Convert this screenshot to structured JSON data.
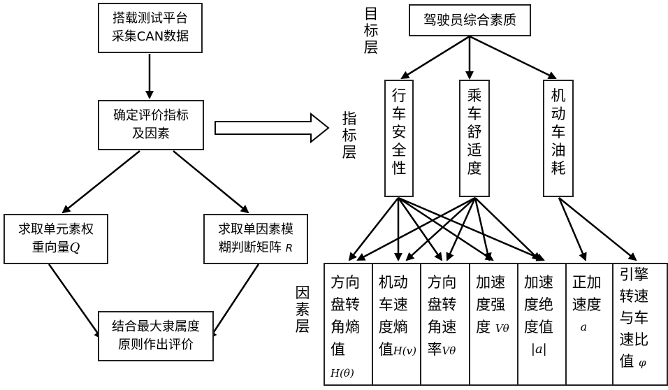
{
  "left_flow": {
    "collect": [
      "搭载测试平台",
      "采集CAN数据"
    ],
    "indicators": [
      "确定评价指标",
      "及因素"
    ],
    "weight": {
      "line1": "求取单元素权",
      "line2": "重向量",
      "symbol": "Q"
    },
    "fuzzy": {
      "line1": "求取单因素模",
      "line2": "糊判断矩阵",
      "symbol": "R"
    },
    "evaluate": [
      "结合最大隶属度",
      "原则作出评价"
    ]
  },
  "layers": {
    "goal": [
      "目",
      "标",
      "层"
    ],
    "index": [
      "指",
      "标",
      "层"
    ],
    "factor": [
      "因",
      "素",
      "层"
    ]
  },
  "goal_box": "驾驶员综合素质",
  "index_boxes": [
    [
      "行",
      "车",
      "安",
      "全",
      "性"
    ],
    [
      "乘",
      "车",
      "舒",
      "适",
      "度"
    ],
    [
      "机",
      "动",
      "车",
      "油",
      "耗"
    ]
  ],
  "factors": [
    {
      "lines": [
        "方向",
        "盘转",
        "角熵",
        "值"
      ],
      "symbol": "H(θ)"
    },
    {
      "lines": [
        "机动",
        "车速",
        "度熵",
        "值"
      ],
      "symbol": "H(v)"
    },
    {
      "lines": [
        "方向",
        "盘转",
        "角速",
        "率"
      ],
      "symbol": "Vθ"
    },
    {
      "lines": [
        "加速",
        "度强",
        "度"
      ],
      "symbol": "Vθ"
    },
    {
      "lines": [
        "加速",
        "度绝",
        "度值"
      ],
      "symbol": "|a|"
    },
    {
      "lines": [
        "正加",
        "速度"
      ],
      "symbol": "a"
    },
    {
      "lines": [
        "引擎",
        "转速",
        "与车",
        "速比",
        "值"
      ],
      "symbol": "φ"
    }
  ]
}
